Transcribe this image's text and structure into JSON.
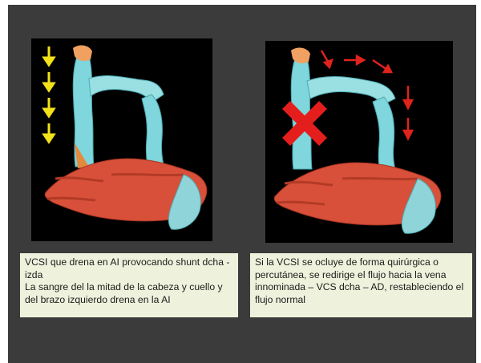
{
  "slide": {
    "background": "#3b3b3b",
    "left_panel": {
      "image": "heart-3d-reconstruction-left",
      "arrows": "yellow-down-arrows",
      "arrow_color": "#f2e21a"
    },
    "right_panel": {
      "image": "heart-3d-reconstruction-right",
      "arrows": "red-redirect-arrows",
      "arrow_color": "#e0231c",
      "mark": "red-x-occlusion"
    },
    "left_caption": {
      "line1": "VCSI que drena en AI provocando shunt dcha - izda",
      "line2": "La sangre del la mitad de la cabeza  y cuello y del brazo izquierdo drena en la AI"
    },
    "right_caption": {
      "text": "Si la VCSI se ocluye de forma quirúrgica o percutánea, se redirige el flujo hacia la vena innominada – VCS dcha – AD, restableciendo el flujo normal"
    }
  }
}
